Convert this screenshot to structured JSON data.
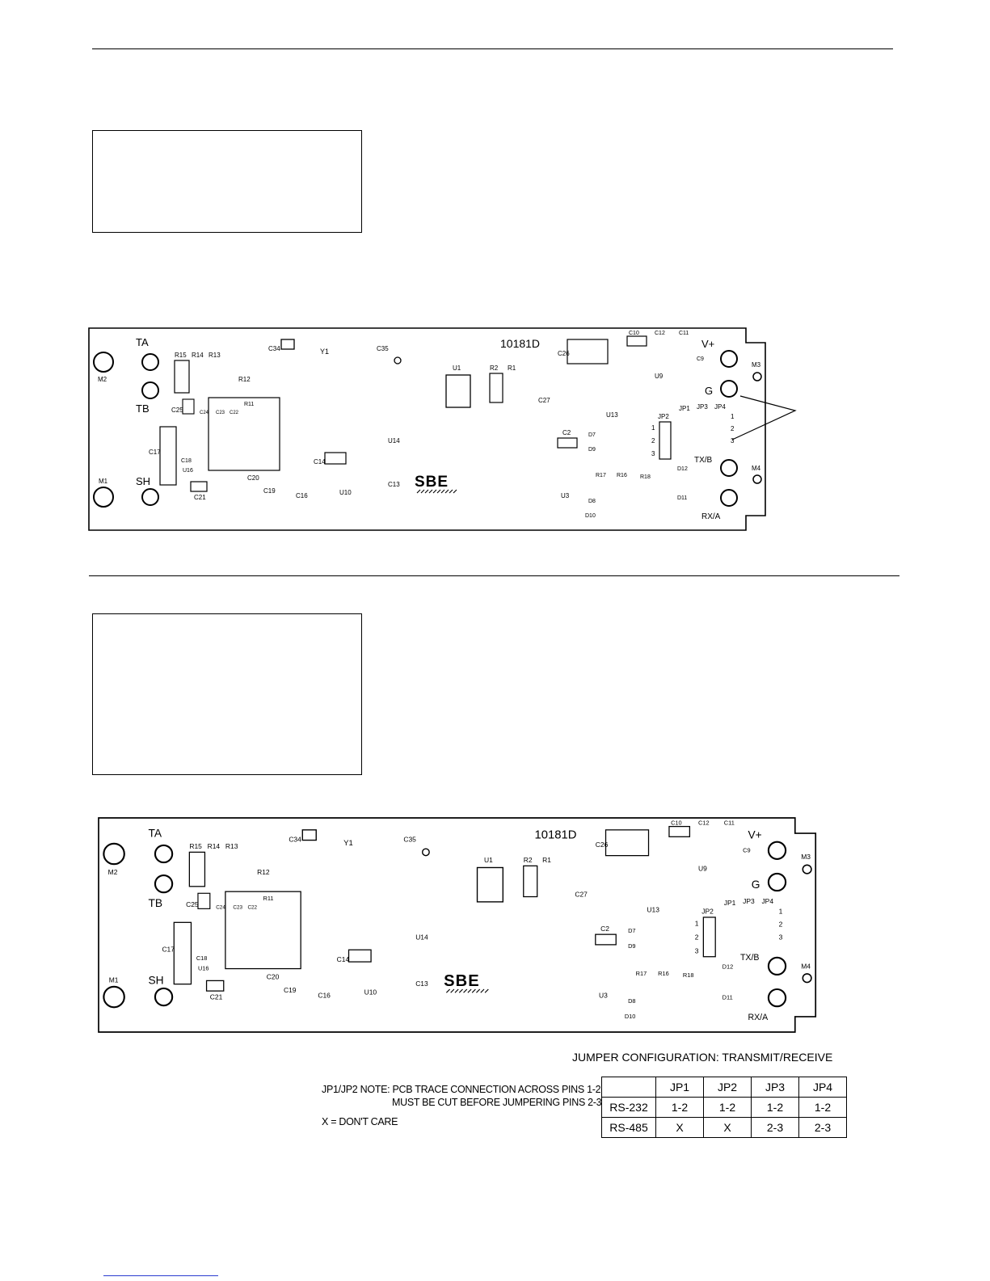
{
  "board": {
    "part_number": "10181D",
    "logo_text": "SBE",
    "labels": {
      "ta": "TA",
      "tb": "TB",
      "sh": "SH",
      "m1": "M1",
      "m2": "M2",
      "m3": "M3",
      "m4": "M4",
      "vplus": "V+",
      "g": "G",
      "txb": "TX/B",
      "rxa": "RX/A",
      "r15": "R15",
      "r14": "R14",
      "r13": "R13",
      "r12": "R12",
      "r11": "R11",
      "c25": "C25",
      "c24": "C24",
      "c23": "C23",
      "c22": "C22",
      "c17": "C17",
      "c18": "C18",
      "u16": "U16",
      "c21": "C21",
      "c20": "C20",
      "c19": "C19",
      "c34": "C34",
      "y1": "Y1",
      "c35": "C35",
      "u14": "U14",
      "c14": "C14",
      "c16": "C16",
      "u10": "U10",
      "c13": "C13",
      "u1": "U1",
      "r2": "R2",
      "r1": "R1",
      "c26": "C26",
      "c27": "C27",
      "u13": "U13",
      "c10": "C10",
      "c12": "C12",
      "c11": "C11",
      "c9": "C9",
      "u9": "U9",
      "jp1": "JP1",
      "jp2": "JP2",
      "jp3": "JP3",
      "jp4": "JP4",
      "pin1": "1",
      "pin2": "2",
      "pin3": "3",
      "c2": "C2",
      "d7": "D7",
      "d9": "D9",
      "u3": "U3",
      "r17": "R17",
      "r16": "R16",
      "r18": "R18",
      "d8": "D8",
      "d10": "D10",
      "d12": "D12",
      "d11": "D11"
    }
  },
  "jumper_config": {
    "title": "JUMPER CONFIGURATION: TRANSMIT/RECEIVE",
    "headers": [
      "",
      "JP1",
      "JP2",
      "JP3",
      "JP4"
    ],
    "rows": [
      {
        "label": "RS-232",
        "values": [
          "1-2",
          "1-2",
          "1-2",
          "1-2"
        ]
      },
      {
        "label": "RS-485",
        "values": [
          "X",
          "X",
          "2-3",
          "2-3"
        ]
      }
    ]
  },
  "notes": {
    "line1": "JP1/JP2 NOTE: PCB TRACE CONNECTION ACROSS PINS 1-2",
    "line2": "MUST BE CUT BEFORE JUMPERING PINS 2-3",
    "line3": "X = DON'T CARE"
  }
}
